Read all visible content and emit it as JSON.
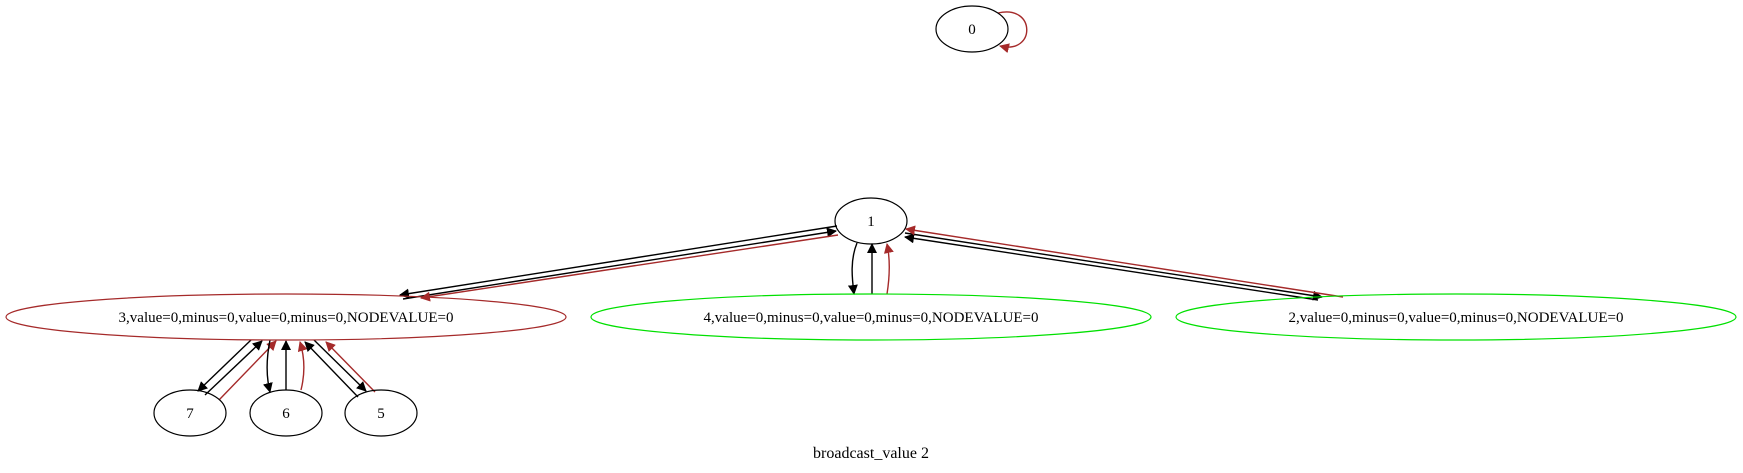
{
  "graph": {
    "caption": "broadcast_value 2",
    "colors": {
      "default": "#000000",
      "brown": "#a52a2a",
      "green": "#00e000"
    },
    "nodes": [
      {
        "id": "n0",
        "label": "0",
        "border": "default"
      },
      {
        "id": "n1",
        "label": "1",
        "border": "default"
      },
      {
        "id": "n3",
        "label": "3,value=0,minus=0,value=0,minus=0,NODEVALUE=0",
        "border": "brown"
      },
      {
        "id": "n4",
        "label": "4,value=0,minus=0,value=0,minus=0,NODEVALUE=0",
        "border": "green"
      },
      {
        "id": "n2",
        "label": "2,value=0,minus=0,value=0,minus=0,NODEVALUE=0",
        "border": "green"
      },
      {
        "id": "n7",
        "label": "7",
        "border": "default"
      },
      {
        "id": "n6",
        "label": "6",
        "border": "default"
      },
      {
        "id": "n5",
        "label": "5",
        "border": "default"
      }
    ],
    "edges": [
      {
        "from": "n0",
        "to": "n0",
        "color": "brown"
      },
      {
        "from": "n1",
        "to": "n3",
        "color": "default"
      },
      {
        "from": "n3",
        "to": "n1",
        "color": "default"
      },
      {
        "from": "n1",
        "to": "n3",
        "color": "brown"
      },
      {
        "from": "n1",
        "to": "n4",
        "color": "default"
      },
      {
        "from": "n4",
        "to": "n1",
        "color": "default"
      },
      {
        "from": "n4",
        "to": "n1",
        "color": "brown"
      },
      {
        "from": "n1",
        "to": "n2",
        "color": "default"
      },
      {
        "from": "n2",
        "to": "n1",
        "color": "default"
      },
      {
        "from": "n2",
        "to": "n1",
        "color": "brown"
      },
      {
        "from": "n3",
        "to": "n7",
        "color": "default"
      },
      {
        "from": "n7",
        "to": "n3",
        "color": "default"
      },
      {
        "from": "n7",
        "to": "n3",
        "color": "brown"
      },
      {
        "from": "n3",
        "to": "n6",
        "color": "default"
      },
      {
        "from": "n6",
        "to": "n3",
        "color": "default"
      },
      {
        "from": "n6",
        "to": "n3",
        "color": "brown"
      },
      {
        "from": "n3",
        "to": "n5",
        "color": "default"
      },
      {
        "from": "n5",
        "to": "n3",
        "color": "default"
      },
      {
        "from": "n5",
        "to": "n3",
        "color": "brown"
      }
    ]
  }
}
